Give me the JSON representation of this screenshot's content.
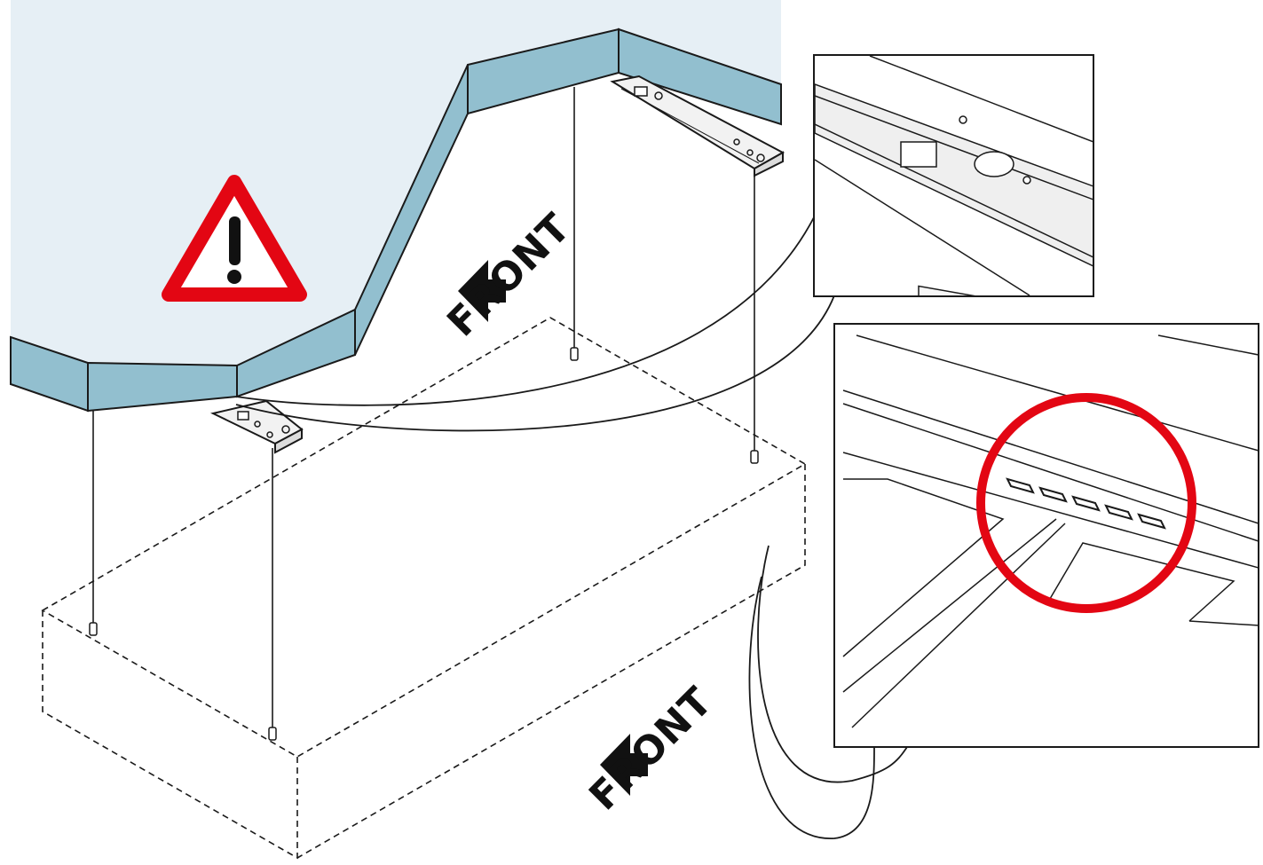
{
  "labels": {
    "front_upper": "FRONT",
    "front_lower": "FRONT"
  },
  "colors": {
    "tabletop_surface": "#e6eff5",
    "tabletop_edge": "#92bfcf",
    "warning_red": "#e30613",
    "highlight_circle": "#e30613",
    "line": "#1a1a1a",
    "bracket_fill": "#f2f2f2"
  },
  "icons": {
    "warning": "warning-triangle-icon",
    "arrow": "arrow-up-left-icon"
  },
  "detail_views": {
    "top": "bracket-closeup",
    "bottom": "connector-ports-closeup",
    "connector_port_count": 5
  }
}
